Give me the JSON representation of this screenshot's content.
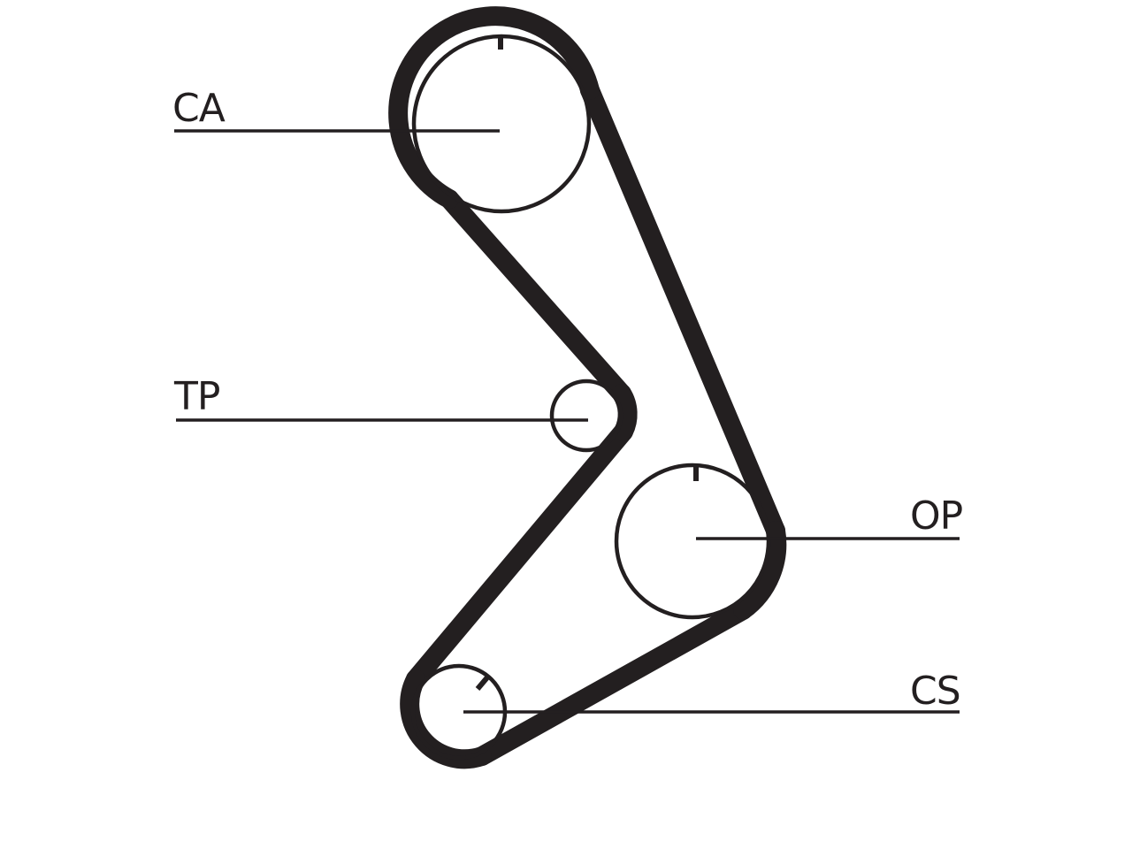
{
  "diagram": {
    "labels": {
      "ca": "CA",
      "tp": "TP",
      "op": "OP",
      "cs": "CS"
    },
    "colors": {
      "ink": "#231f20",
      "background": "#ffffff"
    }
  }
}
